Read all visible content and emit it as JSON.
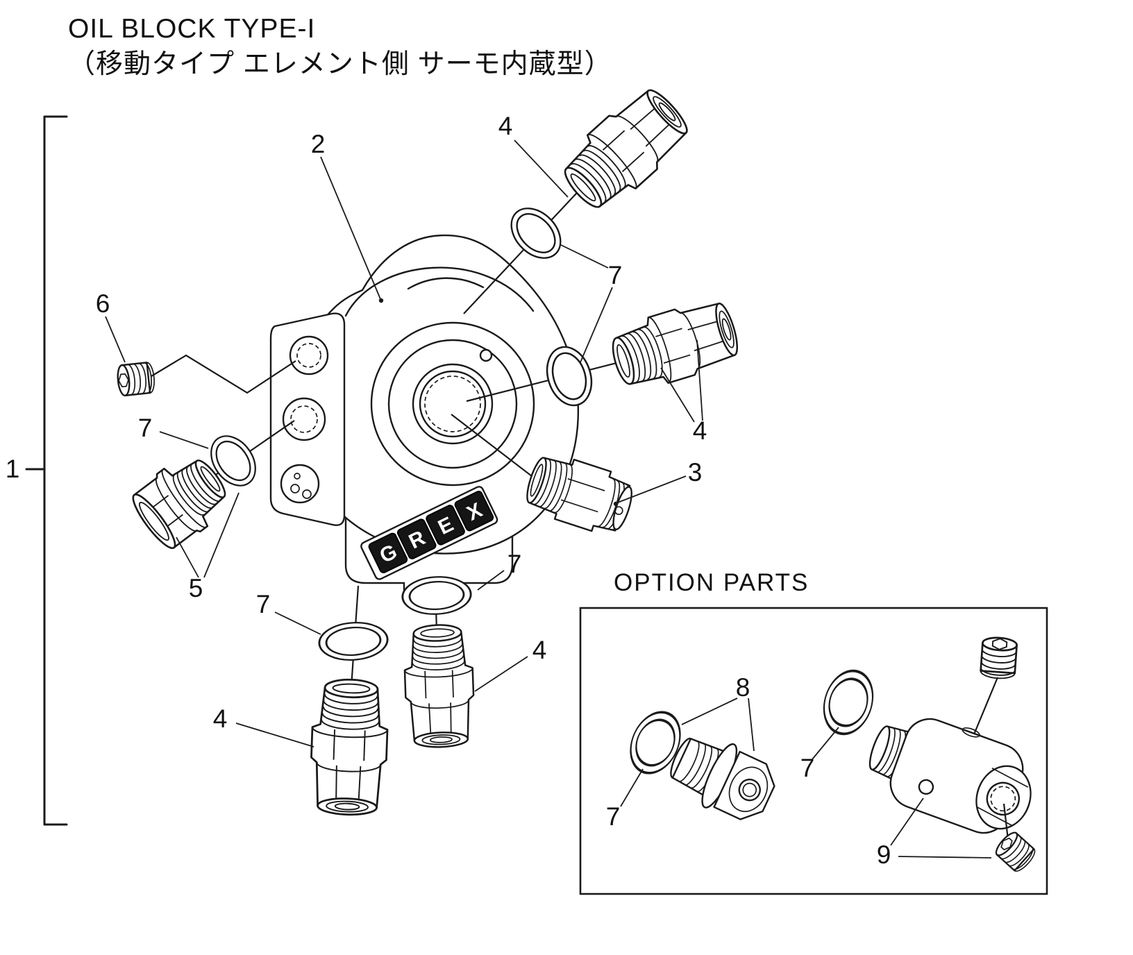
{
  "title": {
    "line1": "OIL BLOCK TYPE-I",
    "line2": "（移動タイプ エレメント側 サーモ内蔵型）"
  },
  "option_parts": {
    "heading": "OPTION PARTS"
  },
  "logo": {
    "brand": "GREX",
    "letters": [
      "G",
      "R",
      "E",
      "X"
    ]
  },
  "callouts": {
    "part1": "1",
    "part2": "2",
    "part3": "3",
    "part4": "4",
    "part5": "5",
    "part6": "6",
    "part7": "7",
    "part8": "8",
    "part9": "9"
  },
  "colors": {
    "ink": "#1a1a1a",
    "paper": "#ffffff",
    "logo_bg": "#151515"
  }
}
